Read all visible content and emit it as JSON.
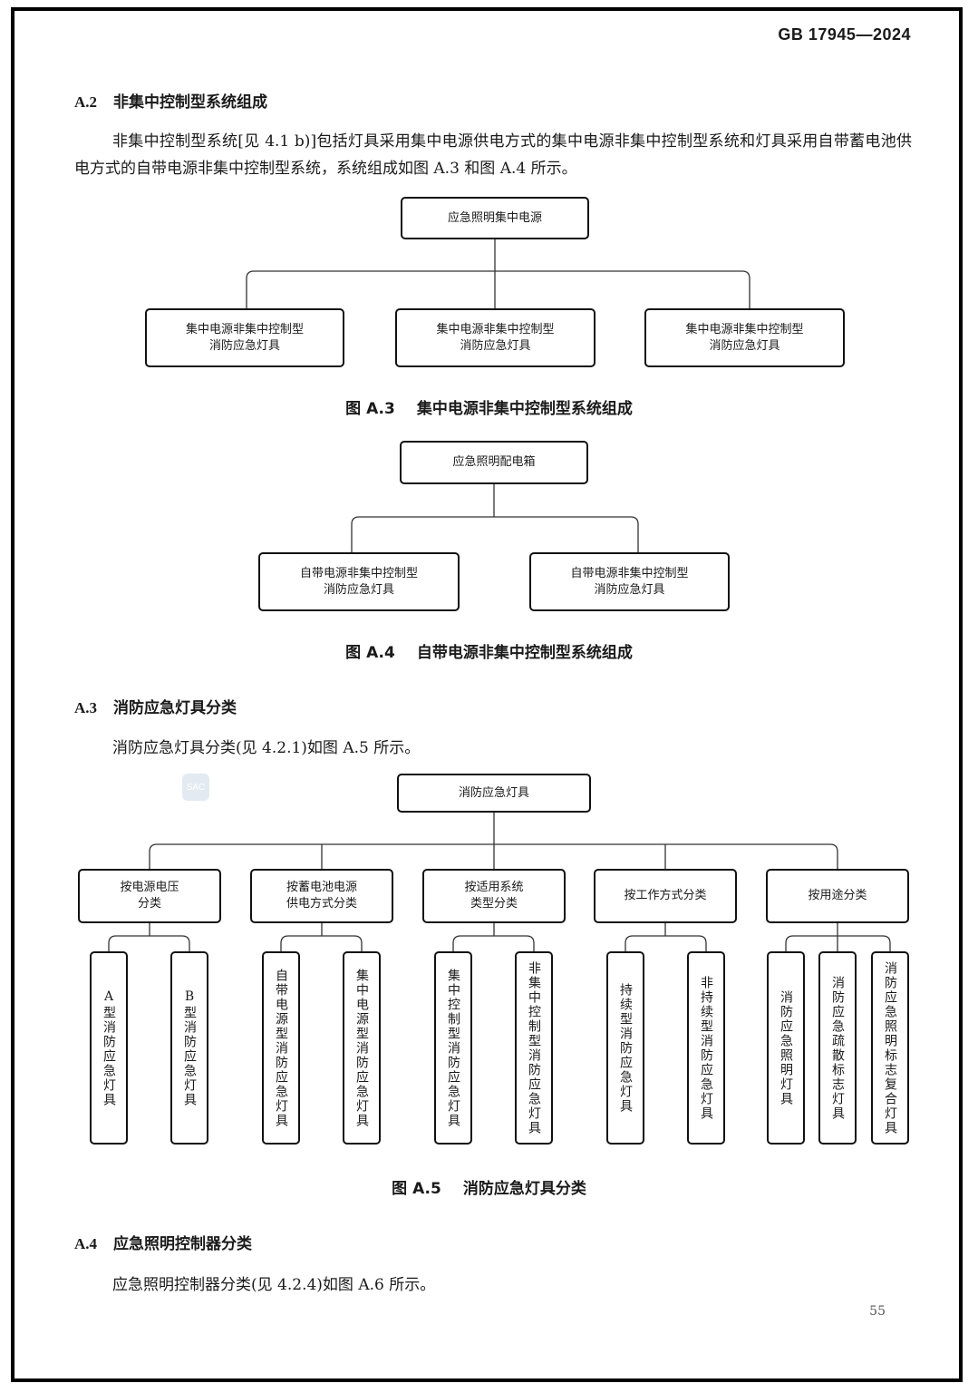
{
  "header": {
    "standard_number": "GB 17945—2024"
  },
  "sections": {
    "a2": {
      "number": "A.2",
      "title": "非集中控制型系统组成",
      "paragraph": "非集中控制型系统[见 4.1 b)]包括灯具采用集中电源供电方式的集中电源非集中控制型系统和灯具采用自带蓄电池供电方式的自带电源非集中控制型系统，系统组成如图 A.3 和图 A.4 所示。"
    },
    "a3": {
      "number": "A.3",
      "title": "消防应急灯具分类",
      "paragraph": "消防应急灯具分类(见 4.2.1)如图 A.5 所示。"
    },
    "a4": {
      "number": "A.4",
      "title": "应急照明控制器分类",
      "paragraph": "应急照明控制器分类(见 4.2.4)如图 A.6 所示。"
    }
  },
  "figures": {
    "a3": {
      "label": "图 A.3",
      "title": "集中电源非集中控制型系统组成",
      "root": "应急照明集中电源",
      "children": [
        "集中电源非集中控制型\n消防应急灯具",
        "集中电源非集中控制型\n消防应急灯具",
        "集中电源非集中控制型\n消防应急灯具"
      ]
    },
    "a4": {
      "label": "图 A.4",
      "title": "自带电源非集中控制型系统组成",
      "root": "应急照明配电箱",
      "children": [
        "自带电源非集中控制型\n消防应急灯具",
        "自带电源非集中控制型\n消防应急灯具"
      ]
    },
    "a5": {
      "label": "图 A.5",
      "title": "消防应急灯具分类",
      "root": "消防应急灯具",
      "categories": [
        {
          "label": "按电源电压\n分类",
          "leaves": [
            "A型消防应急灯具",
            "B型消防应急灯具"
          ]
        },
        {
          "label": "按蓄电池电源\n供电方式分类",
          "leaves": [
            "自带电源型消防应急灯具",
            "集中电源型消防应急灯具"
          ]
        },
        {
          "label": "按适用系统\n类型分类",
          "leaves": [
            "集中控制型消防应急灯具",
            "非集中控制型消防应急灯具"
          ]
        },
        {
          "label": "按工作方式分类",
          "leaves": [
            "持续型消防应急灯具",
            "非持续型消防应急灯具"
          ]
        },
        {
          "label": "按用途分类",
          "leaves": [
            "消防应急照明灯具",
            "消防应急疏散标志灯具",
            "消防应急照明标志复合灯具"
          ]
        }
      ]
    }
  },
  "watermark": {
    "text": "SAC"
  },
  "footer": {
    "page_number": "55"
  }
}
